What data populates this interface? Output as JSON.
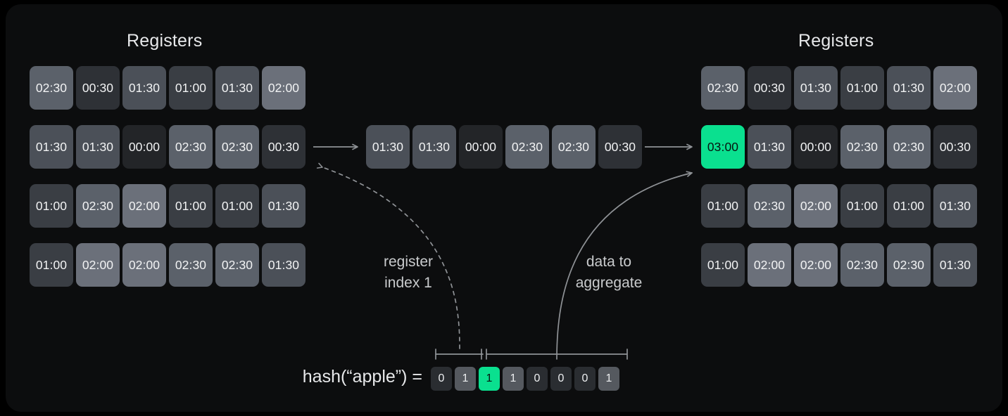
{
  "theme": {
    "page_bg": "#000000",
    "panel_bg": "#0c0d0e",
    "accent_green": "#0ae08f",
    "text": "#e7e8ea",
    "muted_text": "#c9cbcd",
    "line": "#8f9296"
  },
  "value_colors": {
    "00:00": "#232528",
    "00:30": "#2e3136",
    "01:00": "#3a3e44",
    "01:30": "#4b5058",
    "02:00": "#6b707a",
    "02:30": "#5b616a",
    "03:00": "#0ae08f"
  },
  "headings": {
    "left": "Registers",
    "right": "Registers"
  },
  "left_registers": {
    "rows": [
      [
        "02:30",
        "00:30",
        "01:30",
        "01:00",
        "01:30",
        "02:00"
      ],
      [
        "01:30",
        "01:30",
        "00:00",
        "02:30",
        "02:30",
        "00:30"
      ],
      [
        "01:00",
        "02:30",
        "02:00",
        "01:00",
        "01:00",
        "01:30"
      ],
      [
        "01:00",
        "02:00",
        "02:00",
        "02:30",
        "02:30",
        "01:30"
      ]
    ]
  },
  "middle_row": {
    "values": [
      "01:30",
      "01:30",
      "00:00",
      "02:30",
      "02:30",
      "00:30"
    ]
  },
  "right_registers": {
    "rows": [
      [
        "02:30",
        "00:30",
        "01:30",
        "01:00",
        "01:30",
        "02:00"
      ],
      [
        "03:00",
        "01:30",
        "00:00",
        "02:30",
        "02:30",
        "00:30"
      ],
      [
        "01:00",
        "02:30",
        "02:00",
        "01:00",
        "01:00",
        "01:30"
      ],
      [
        "01:00",
        "02:00",
        "02:00",
        "02:30",
        "02:30",
        "01:30"
      ]
    ],
    "highlight": {
      "row": 1,
      "col": 0,
      "value": "03:00"
    }
  },
  "annotations": {
    "register_index": "register\nindex 1",
    "data_to_aggregate": "data to\naggregate"
  },
  "hash": {
    "label": "hash(“apple”) =",
    "bits": [
      "0",
      "1",
      "1",
      "1",
      "0",
      "0",
      "0",
      "1"
    ],
    "highlight_bit_index": 2,
    "index_bracket_bits": [
      0,
      1
    ],
    "data_bracket_bits": [
      2,
      3,
      4,
      5,
      6,
      7
    ]
  }
}
